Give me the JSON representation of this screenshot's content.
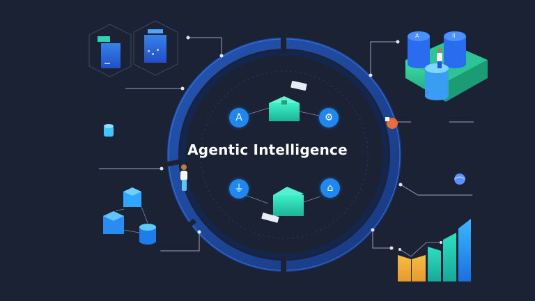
{
  "hero": {
    "title": "Agentic Intelligence"
  },
  "nodes": {
    "top_left_icon": {
      "glyph": "A",
      "icon": "letter-a-icon"
    },
    "top_right_icon": {
      "glyph": "⚙",
      "icon": "gear-robot-icon"
    },
    "bottom_left_icon": {
      "glyph": "⏚",
      "icon": "funnel-antenna-icon"
    },
    "bottom_right_icon": {
      "glyph": "⌂",
      "icon": "monitor-device-icon"
    }
  },
  "database_cluster": {
    "cylinder_labels": [
      "A",
      "II"
    ]
  },
  "colors": {
    "background": "#1b2233",
    "ring_blue": "#1f4fa8",
    "accent_blue": "#1e88f0",
    "teal": "#2ee0b8",
    "amber": "#f5b23a",
    "title_text": "#ffffff"
  }
}
